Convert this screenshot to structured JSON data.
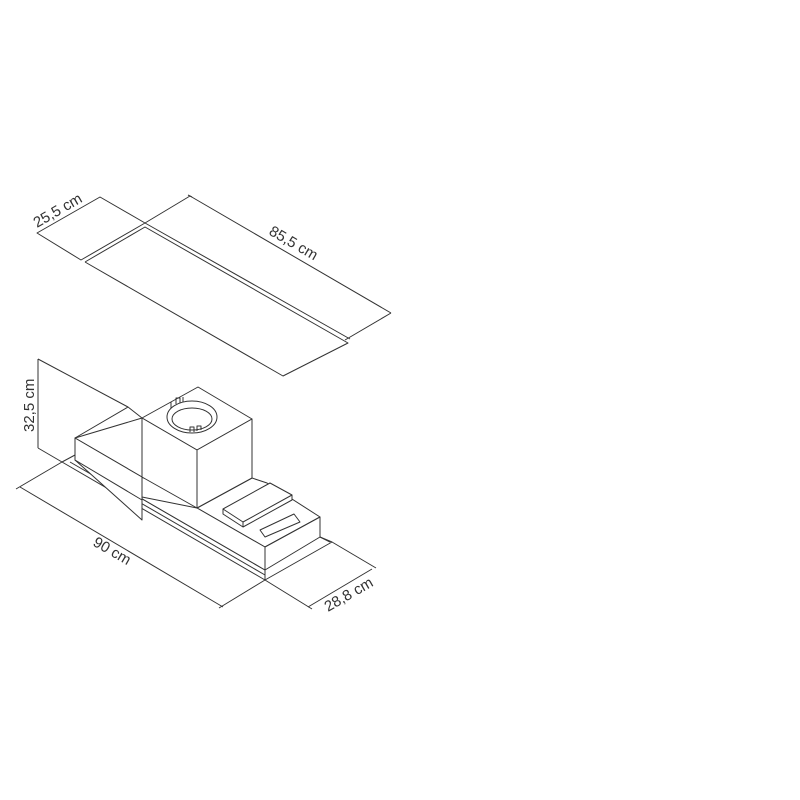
{
  "diagram": {
    "top_view": {
      "width_label": "25,5 cm",
      "length_label": "85,5 cm"
    },
    "body_view": {
      "height_label": "32,5 cm",
      "length_label": "90 cm",
      "depth_label": "28,8 cm"
    },
    "stroke_color": "#333333"
  }
}
